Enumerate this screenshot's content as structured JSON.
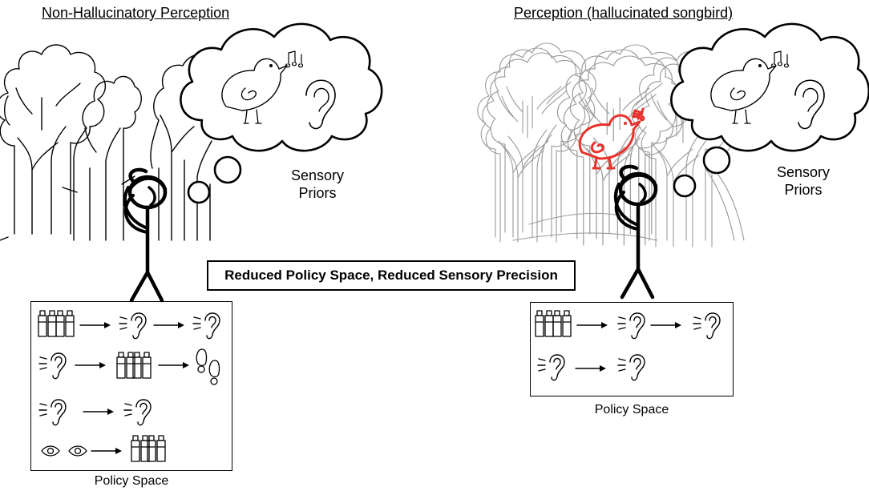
{
  "left_panel": {
    "title": "Non-Hallucinatory Perception",
    "sensory_line1": "Sensory",
    "sensory_line2": "Priors",
    "policy_label": "Policy Space",
    "policy_rows": [
      [
        "binoculars-icon",
        "ear-icon",
        "ear-icon"
      ],
      [
        "ear-icon",
        "binoculars-icon",
        "footprints-icon"
      ],
      [
        "ear-icon",
        "ear-icon"
      ],
      [
        "eyes-icon",
        "binoculars-icon"
      ]
    ]
  },
  "right_panel": {
    "title": "Perception (hallucinated songbird)",
    "sensory_line1": "Sensory",
    "sensory_line2": "Priors",
    "policy_label": "Policy Space",
    "policy_rows": [
      [
        "binoculars-icon",
        "ear-icon",
        "ear-icon"
      ],
      [
        "ear-icon",
        "ear-icon"
      ]
    ]
  },
  "center_label": "Reduced Policy Space, Reduced Sensory Precision",
  "colors": {
    "ink": "#000000",
    "hallucinated_bird": "#e8312a",
    "blurred_trees": "#9a9a9a"
  }
}
